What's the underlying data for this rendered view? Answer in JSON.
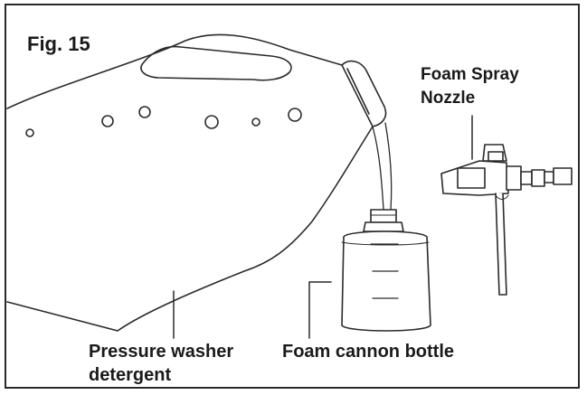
{
  "figure": {
    "label": "Fig. 15"
  },
  "labels": {
    "nozzle_line1": "Foam Spray",
    "nozzle_line2": "Nozzle",
    "detergent_line1": "Pressure washer",
    "detergent_line2": "detergent",
    "bottle": "Foam cannon bottle"
  }
}
